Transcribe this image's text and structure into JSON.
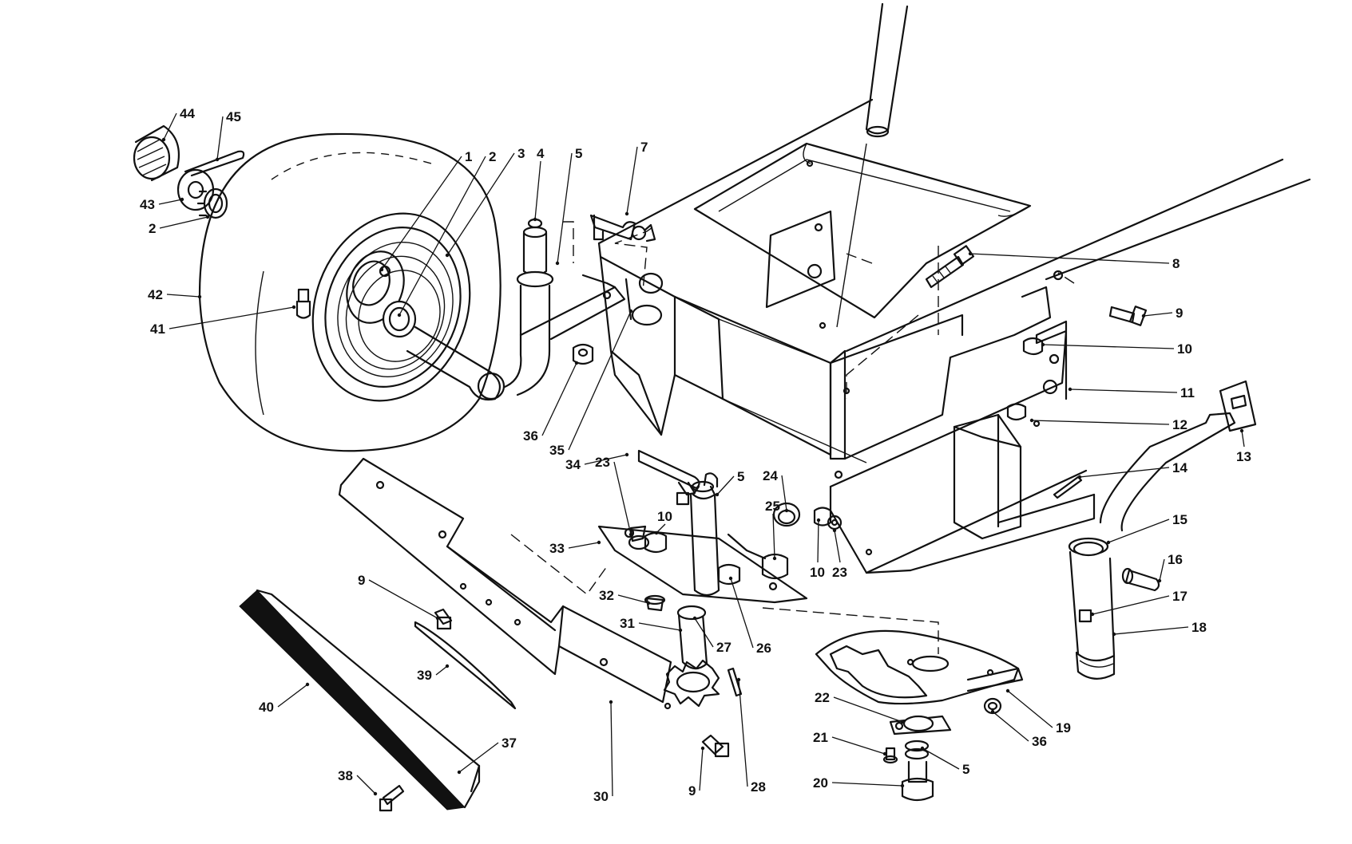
{
  "callouts": [
    {
      "id": "c44",
      "text": "44"
    },
    {
      "id": "c45",
      "text": "45"
    },
    {
      "id": "c43",
      "text": "43"
    },
    {
      "id": "c2a",
      "text": "2"
    },
    {
      "id": "c42",
      "text": "42"
    },
    {
      "id": "c41",
      "text": "41"
    },
    {
      "id": "c1",
      "text": "1"
    },
    {
      "id": "c2b",
      "text": "2"
    },
    {
      "id": "c3",
      "text": "3"
    },
    {
      "id": "c4",
      "text": "4"
    },
    {
      "id": "c5a",
      "text": "5"
    },
    {
      "id": "c7",
      "text": "7"
    },
    {
      "id": "c8",
      "text": "8"
    },
    {
      "id": "c9a",
      "text": "9"
    },
    {
      "id": "c10a",
      "text": "10"
    },
    {
      "id": "c11",
      "text": "11"
    },
    {
      "id": "c12",
      "text": "12"
    },
    {
      "id": "c13",
      "text": "13"
    },
    {
      "id": "c14",
      "text": "14"
    },
    {
      "id": "c15",
      "text": "15"
    },
    {
      "id": "c16",
      "text": "16"
    },
    {
      "id": "c17",
      "text": "17"
    },
    {
      "id": "c18",
      "text": "18"
    },
    {
      "id": "c19",
      "text": "19"
    },
    {
      "id": "c36a",
      "text": "36"
    },
    {
      "id": "c35",
      "text": "35"
    },
    {
      "id": "c34",
      "text": "34"
    },
    {
      "id": "c23a",
      "text": "23"
    },
    {
      "id": "c10b",
      "text": "10"
    },
    {
      "id": "c5b",
      "text": "5"
    },
    {
      "id": "c24",
      "text": "24"
    },
    {
      "id": "c25",
      "text": "25"
    },
    {
      "id": "c10c",
      "text": "10"
    },
    {
      "id": "c23b",
      "text": "23"
    },
    {
      "id": "c33",
      "text": "33"
    },
    {
      "id": "c32",
      "text": "32"
    },
    {
      "id": "c26",
      "text": "26"
    },
    {
      "id": "c31",
      "text": "31"
    },
    {
      "id": "c27",
      "text": "27"
    },
    {
      "id": "c9b",
      "text": "9"
    },
    {
      "id": "c39",
      "text": "39"
    },
    {
      "id": "c40",
      "text": "40"
    },
    {
      "id": "c37",
      "text": "37"
    },
    {
      "id": "c38",
      "text": "38"
    },
    {
      "id": "c30",
      "text": "30"
    },
    {
      "id": "c9c",
      "text": "9"
    },
    {
      "id": "c28",
      "text": "28"
    },
    {
      "id": "c22",
      "text": "22"
    },
    {
      "id": "c21",
      "text": "21"
    },
    {
      "id": "c20",
      "text": "20"
    },
    {
      "id": "c5c",
      "text": "5"
    },
    {
      "id": "c36b",
      "text": "36"
    }
  ]
}
